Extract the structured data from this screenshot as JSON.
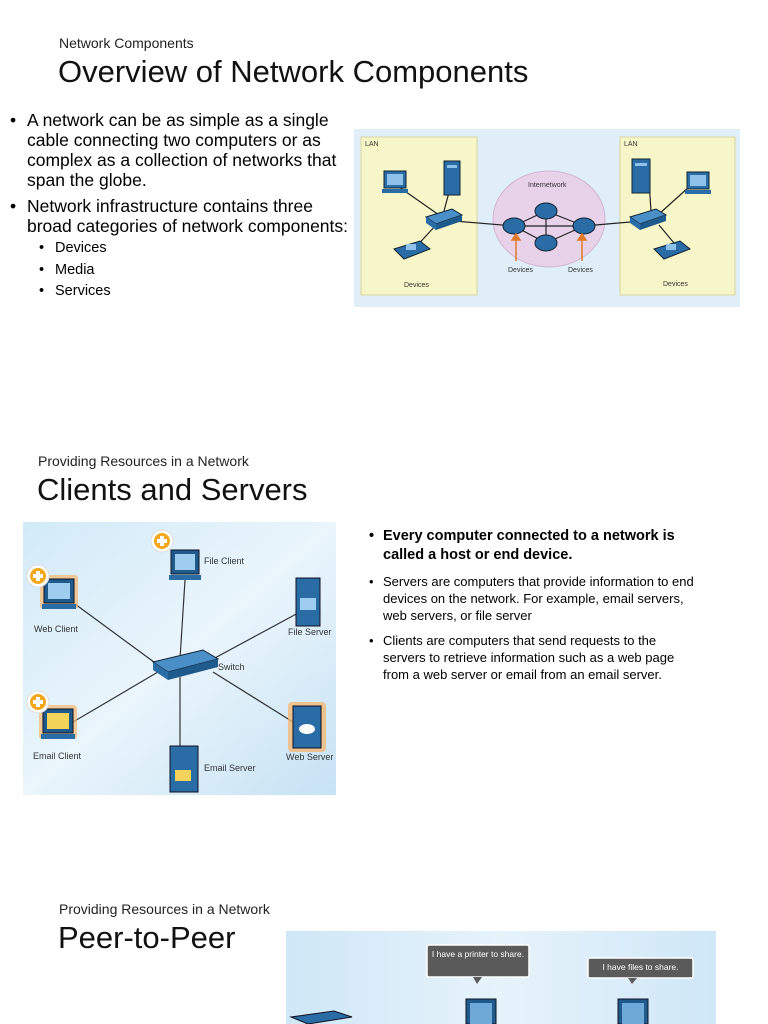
{
  "slide1": {
    "subtitle": "Network Components",
    "title": "Overview of Network Components",
    "bullets": [
      "A network can be as simple as a single cable connecting two computers or as complex as a collection of networks that span the globe.",
      "Network infrastructure contains three broad categories of network components:"
    ],
    "sub_bullets": [
      "Devices",
      "Media",
      "Services"
    ],
    "diagram": {
      "lan_left": "LAN",
      "lan_right": "LAN",
      "internetwork": "Internetwork",
      "devices_left": "Devices",
      "devices_mid1": "Devices",
      "devices_mid2": "Devices",
      "devices_right": "Devices"
    }
  },
  "slide2": {
    "subtitle": "Providing Resources in a Network",
    "title": "Clients and Servers",
    "bullets": [
      "Every computer connected to a network is called a host or end device.",
      "Servers are computers that provide information to end devices on the network.  For example, email servers, web servers, or file server",
      "Clients are computers that send requests to the servers to retrieve information such as a web page from a web server or email from an email server."
    ],
    "diagram": {
      "file_client": "File Client",
      "web_client": "Web Client",
      "file_server": "File Server",
      "switch": "Switch",
      "email_client": "Email Client",
      "email_server": "Email Server",
      "web_server": "Web Server"
    }
  },
  "slide3": {
    "subtitle": "Providing Resources in a Network",
    "title": "Peer-to-Peer",
    "bubble_left": "I have a printer to share.",
    "bubble_right": "I have files to share."
  }
}
